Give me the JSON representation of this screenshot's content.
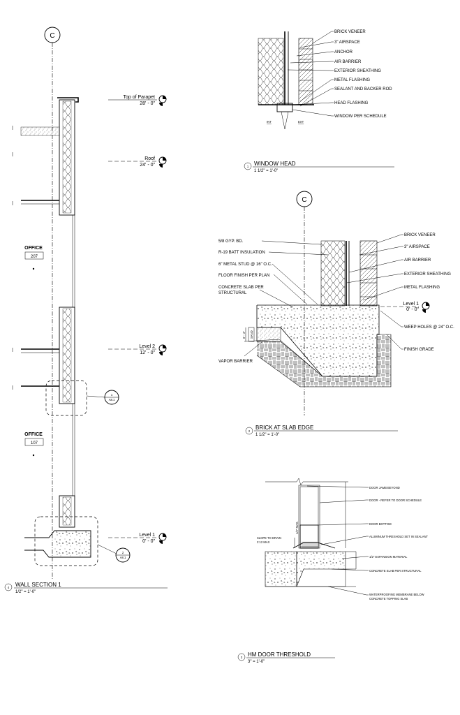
{
  "grid_bubble": "C",
  "wall_section": {
    "levels": [
      {
        "name": "Top of Parapet",
        "elev": "28' - 0\""
      },
      {
        "name": "Roof",
        "elev": "24' - 0\""
      },
      {
        "name": "Level 2",
        "elev": "12' - 0\""
      },
      {
        "name": "Level 1",
        "elev": "0' - 0\""
      }
    ],
    "rooms": [
      {
        "name": "OFFICE",
        "number": "207"
      },
      {
        "name": "OFFICE",
        "number": "107"
      }
    ],
    "callouts": [
      {
        "number": "1",
        "sheet": "A8.1"
      },
      {
        "number": "2",
        "sheet": "A8.1"
      }
    ],
    "title": {
      "number": "4",
      "name": "WALL SECTION 1",
      "scale": "1/2\" = 1'-0\""
    }
  },
  "window_head": {
    "labels": [
      "BRICK VENEER",
      "3\" AIRSPACE",
      "ANCHOR",
      "AIR BARRIER",
      "EXTERIOR SHEATHING",
      "METAL FLASHING",
      "SEALANT AND BACKER ROD",
      "HEAD FLASHING",
      "WINDOW PER SCHEDULE"
    ],
    "int_label": "INT",
    "ext_label": "EXT",
    "title": {
      "number": "1",
      "name": "WINDOW HEAD",
      "scale": "1 1/2\" = 1'-0\""
    }
  },
  "slab_edge": {
    "left_labels": [
      "5/8 GYP. BD.",
      "R-19 BATT INSULATION",
      "6\" METAL STUD @ 16\" O.C.",
      "FLOOR FINISH PER PLAN",
      "CONCRETE SLAB PER",
      "STRUCTURAL"
    ],
    "right_labels": [
      "BRICK VENEER",
      "3\" AIRSPACE",
      "AIR BARRIER",
      "EXTERIOR SHEATHING",
      "METAL FLASHING"
    ],
    "level": {
      "name": "Level 1",
      "elev": "0' - 0\""
    },
    "weep": "WEEP HOLES @ 24\" O.C.",
    "grade": "FINISH GRADE",
    "vapor": "VAPOR BARRIER",
    "sand_dim": "0' - 4\"",
    "sand": "SAND",
    "title": {
      "number": "2",
      "name": "BRICK AT SLAB EDGE",
      "scale": "1 1/2\" = 1'-0\""
    }
  },
  "door_threshold": {
    "labels": [
      "DOOR JAMB BEYOND",
      "DOOR - REFER TO DOOR SCHEDULE",
      "DOOR BOTTOM",
      "ALUMINUM THRESHOLD SET IN SEALANT",
      "1/2\" EXPANSION MATERIAL",
      "CONCRETE SLAB PER STRUCTURAL",
      "WATERPROOFING MEMBRANE BELOW",
      "CONCRETE TOPPING SLAB"
    ],
    "slope_1": "SLOPE TO DRAIN",
    "slope_2": "2:12 MAX",
    "half_max": "1/2\" MAX.",
    "title": {
      "number": "3",
      "name": "HM DOOR THRESHOLD",
      "scale": "3\" = 1'-0\""
    }
  }
}
